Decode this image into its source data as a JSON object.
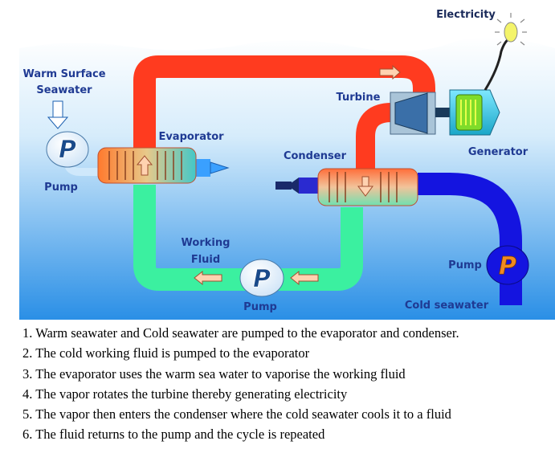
{
  "labels": {
    "electricity": "Electricity",
    "warm_line1": "Warm Surface",
    "warm_line2": "Seawater",
    "pump_left": "Pump",
    "evaporator": "Evaporator",
    "turbine": "Turbine",
    "generator": "Generator",
    "condenser": "Condenser",
    "working_line1": "Working",
    "working_line2": "Fluid",
    "pump_bottom": "Pump",
    "pump_right": "Pump",
    "cold_seawater": "Cold seawater",
    "pump_glyph": "P"
  },
  "steps": [
    "1. Warm seawater and Cold seawater are pumped to the evaporator and condenser.",
    "2. The cold working fluid is pumped to the evaporator",
    "3. The evaporator uses the warm sea water to vaporise the working fluid",
    "4. The vapor rotates the turbine thereby generating electricity",
    "5. The vapor then enters the condenser where the cold seawater cools it to a fluid",
    "6. The fluid returns to the pump and the cycle is repeated"
  ],
  "colors": {
    "vapor_pipe": "#ff3b1f",
    "liquid_pipe": "#3bf0a0",
    "cold_pipe": "#1414e0",
    "warm_pipe": "#3aa0ff",
    "label_blue": "#1f3a93"
  }
}
